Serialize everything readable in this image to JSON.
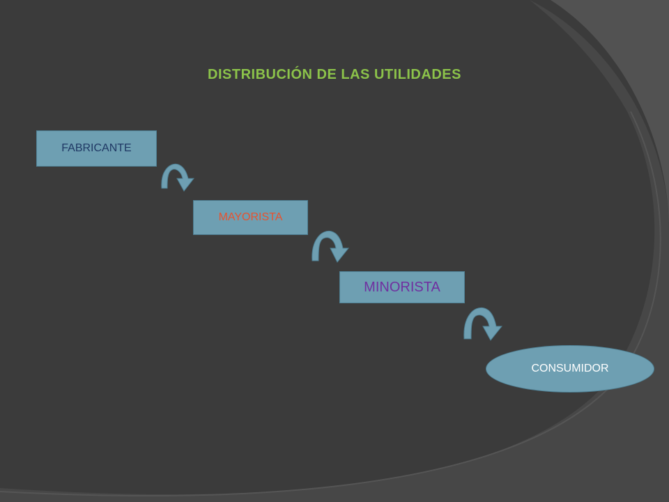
{
  "slide": {
    "title": "DISTRIBUCIÓN DE LAS UTILIDADES",
    "title_color": "#8cc34a"
  },
  "nodes": {
    "fabricante": {
      "label": "FABRICANTE",
      "color": "#1f3864"
    },
    "mayorista": {
      "label": "MAYORISTA",
      "color": "#e8522e"
    },
    "minorista": {
      "label": "MINORISTA",
      "color": "#7030a0"
    },
    "consumidor": {
      "label": "CONSUMIDOR",
      "color": "#ffffff"
    }
  },
  "colors": {
    "background": "#3b3b3b",
    "node_fill": "#6e9fb2",
    "arrow_fill": "#6e9fb2"
  }
}
